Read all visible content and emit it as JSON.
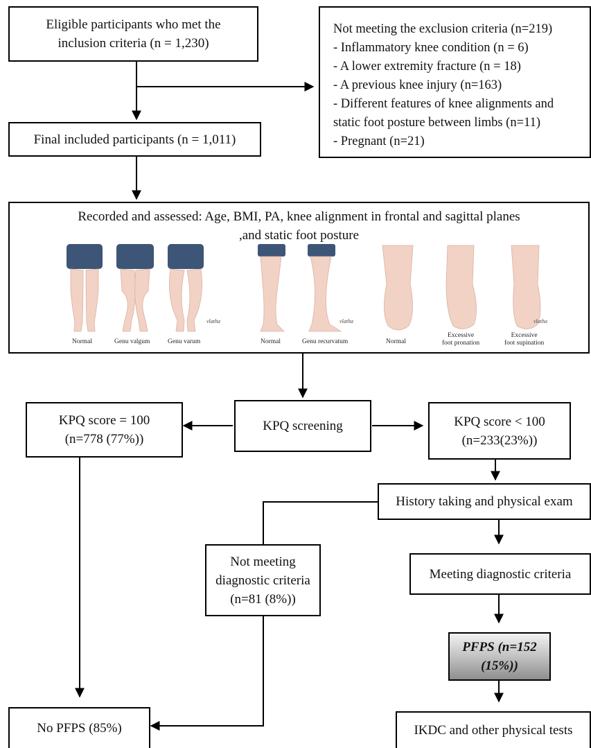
{
  "boxes": {
    "eligible": [
      "Eligible participants who met the",
      "inclusion criteria (n = 1,230)"
    ],
    "exclusion": [
      "Not meeting the exclusion criteria (n=219)",
      "- Inflammatory knee condition (n = 6)",
      "- A lower extremity fracture (n = 18)",
      "- A previous knee injury (n=163)",
      "- Different features of knee alignments and",
      "static foot posture between limbs (n=11)",
      "- Pregnant (n=21)"
    ],
    "final_included": [
      "Final included participants (n = 1,011)"
    ],
    "recorded": [
      "Recorded and assessed: Age, BMI, PA, knee alignment in frontal and sagittal planes",
      ",and static foot posture"
    ],
    "kpq_screening": [
      "KPQ screening"
    ],
    "kpq_100": [
      "KPQ score = 100",
      "(n=778 (77%))"
    ],
    "kpq_lt100": [
      "KPQ score < 100",
      "(n=233(23%))"
    ],
    "history": [
      "History taking and physical exam"
    ],
    "meeting": [
      "Meeting diagnostic criteria"
    ],
    "not_meeting": [
      "Not meeting",
      "diagnostic criteria",
      "(n=81 (8%))"
    ],
    "pfps": [
      "PFPS (n=152",
      "(15%))"
    ],
    "no_pfps": [
      "No PFPS (85%)"
    ],
    "ikdc": [
      "IKDC and other physical tests"
    ]
  },
  "illustration": {
    "captions": {
      "frontal_normal": [
        "Normal"
      ],
      "genu_valgum": [
        "Genu valgum"
      ],
      "genu_varum": [
        "Genu varum"
      ],
      "sagittal_normal": [
        "Normal"
      ],
      "genu_recurvatum": [
        "Genu recurvatum"
      ],
      "foot_normal": [
        "Normal"
      ],
      "foot_pronation": [
        "Excessive",
        "foot pronation"
      ],
      "foot_supination": [
        "Excessive",
        "foot supination"
      ]
    },
    "signature": "vlatha",
    "colors": {
      "skin": "#f1d2c5",
      "shorts": "#3d5577",
      "line": "#d9b2a3"
    }
  }
}
